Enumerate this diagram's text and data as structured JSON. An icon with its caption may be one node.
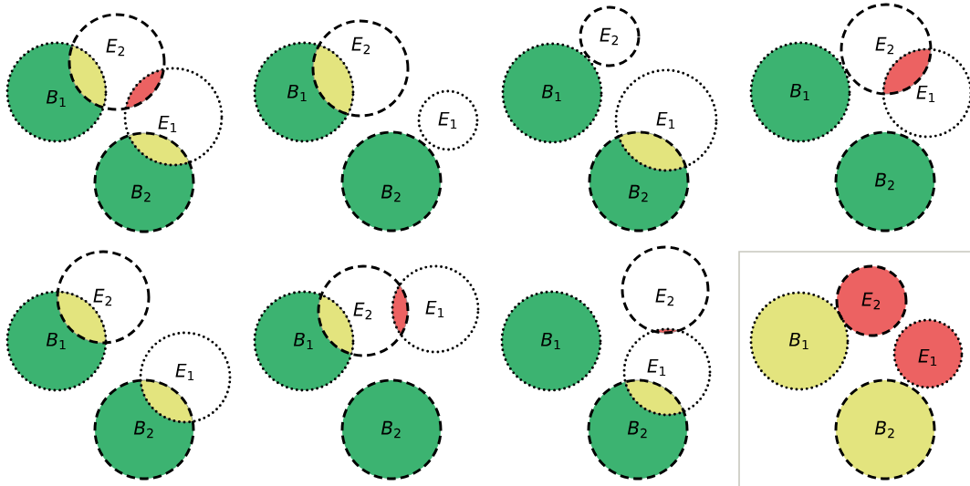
{
  "diagram": {
    "nodes": [
      {
        "text": [
          "*B*$_{1}$"
        ]
      },
      {
        "text": [
          "*E*$_{2}$"
        ]
      },
      {
        "text": [
          "*E*$_{1}$"
        ]
      },
      {
        "text": [
          "*B*$_{2}$"
        ]
      },
      {
        "text": [
          "*B*$_{1}$"
        ]
      },
      {
        "text": [
          "*E*$_{2}$"
        ]
      },
      {
        "text": [
          "*E*$_{1}$"
        ]
      },
      {
        "text": [
          "*B*$_{2}$"
        ]
      },
      {
        "text": [
          "*B*$_{1}$"
        ]
      },
      {
        "text": [
          "*E*$_{2}$"
        ]
      },
      {
        "text": [
          "*E*$_{1}$"
        ]
      },
      {
        "text": [
          "*B*$_{2}$"
        ]
      },
      {
        "text": [
          "*B*$_{1}$"
        ]
      },
      {
        "text": [
          "*E*$_{2}$"
        ]
      },
      {
        "text": [
          "*E*$_{1}$"
        ]
      },
      {
        "text": [
          "*B*$_{2}$"
        ]
      },
      {
        "text": [
          "*B*$_{1}$"
        ]
      },
      {
        "text": [
          "*E*$_{2}$"
        ]
      },
      {
        "text": [
          "*E*$_{1}$"
        ]
      },
      {
        "text": [
          "*B*$_{2}$"
        ]
      },
      {
        "text": [
          "*B*$_{1}$"
        ]
      },
      {
        "text": [
          "*E*$_{2}$"
        ]
      },
      {
        "text": [
          "*E*$_{1}$"
        ]
      },
      {
        "text": [
          "*B*$_{2}$"
        ]
      },
      {
        "text": [
          "*B*$_{1}$"
        ]
      },
      {
        "text": [
          "*E*$_{2}$"
        ]
      },
      {
        "text": [
          "*E*$_{1}$"
        ]
      },
      {
        "text": [
          "*B*$_{2}$"
        ]
      },
      {
        "text": [
          "*B*$_{1}$"
        ]
      },
      {
        "text": [
          "*E*$_{2}$"
        ]
      },
      {
        "text": [
          "*E*$_{1}$"
        ]
      },
      {
        "text": [
          "*B*$_{2}$"
        ]
      },
      {
        "text": [],
        "shape": "lens"
      },
      {
        "text": [],
        "shape": "lens"
      },
      {
        "text": [],
        "shape": "lens"
      },
      {
        "text": [],
        "shape": "lens"
      },
      {
        "text": [],
        "shape": "lens"
      },
      {
        "text": [],
        "shape": "lens"
      },
      {
        "text": [],
        "shape": "lens"
      },
      {
        "text": [],
        "shape": "lens"
      },
      {
        "text": [],
        "shape": "lens"
      },
      {
        "text": [],
        "shape": "lens"
      },
      {
        "text": [],
        "shape": "lens"
      },
      {
        "text": [],
        "shape": "lens"
      }
    ]
  }
}
